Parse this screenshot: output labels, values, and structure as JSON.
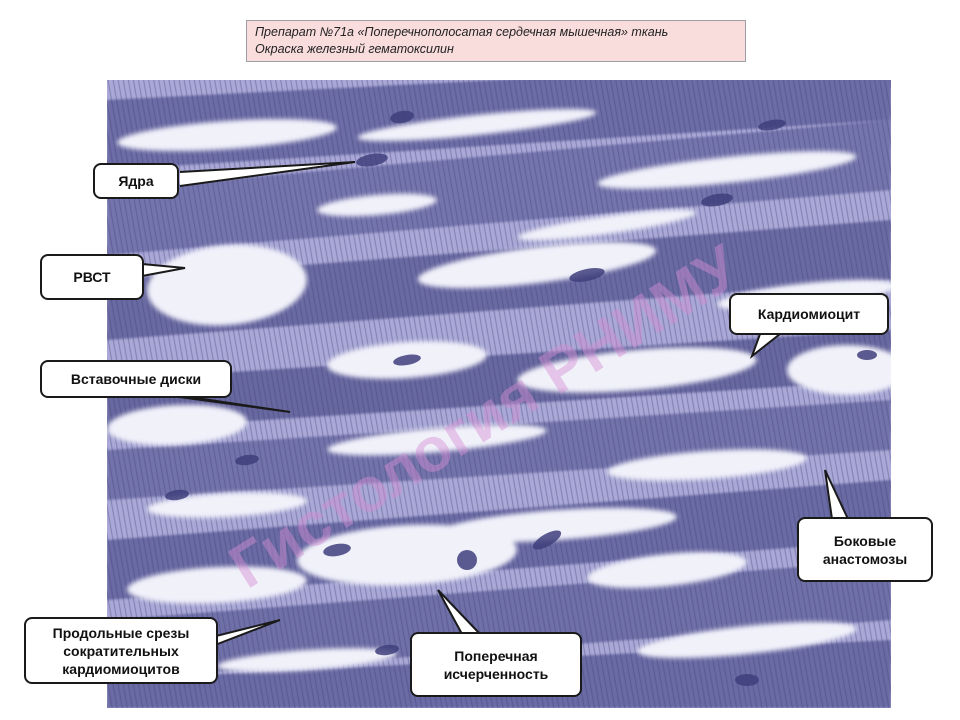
{
  "caption": {
    "line1": "Препарат №71а «Поперечнополосатая сердечная мышечная» ткань",
    "line2": "Окраска железный гематоксилин"
  },
  "watermark": "Гистология РНИМУ",
  "labels": {
    "nuclei": "Ядра",
    "rvst": "РВСТ",
    "cardiomyocyte": "Кардиомиоцит",
    "intercalated_discs": "Вставочные диски",
    "lateral_anastomoses": "Боковые анастомозы",
    "longitudinal_sections": "Продольные срезы сократительных кардиомиоцитов",
    "cross_striation": "Поперечная исчерченность"
  },
  "colors": {
    "tissue_dark": "#57578f",
    "tissue_mid": "#7f7fb5",
    "tissue_light": "#c7c6e6",
    "gaps": "#f3f3fa",
    "caption_bg": "#f9dcdc",
    "watermark": "#d58fd3"
  }
}
